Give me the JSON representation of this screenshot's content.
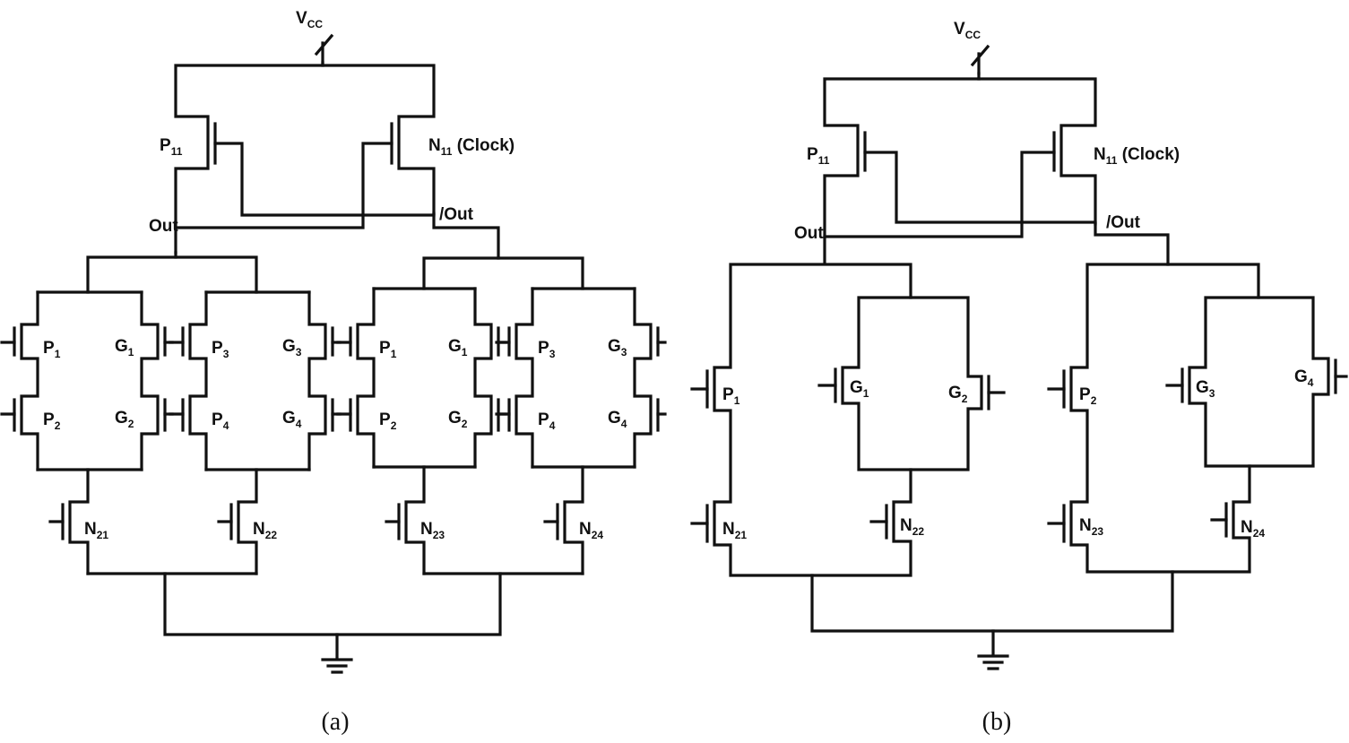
{
  "figure": {
    "captions": [
      "(a)",
      "(b)"
    ],
    "panels": [
      {
        "id": "a",
        "labels": {
          "vcc": {
            "main": "V",
            "sub": "CC"
          },
          "p11": {
            "main": "P",
            "sub": "11"
          },
          "n11": {
            "main": "N",
            "sub": "11",
            "suffix": " (Clock)"
          },
          "out": "Out",
          "nout": "/Out",
          "pmos_left": [
            {
              "main": "P",
              "sub": "1"
            },
            {
              "main": "P",
              "sub": "2"
            },
            {
              "main": "P",
              "sub": "3"
            },
            {
              "main": "P",
              "sub": "4"
            },
            {
              "main": "P",
              "sub": "1"
            },
            {
              "main": "P",
              "sub": "2"
            },
            {
              "main": "P",
              "sub": "3"
            },
            {
              "main": "P",
              "sub": "4"
            }
          ],
          "gates_right": [
            {
              "main": "G",
              "sub": "1"
            },
            {
              "main": "G",
              "sub": "2"
            },
            {
              "main": "G",
              "sub": "3"
            },
            {
              "main": "G",
              "sub": "4"
            },
            {
              "main": "G",
              "sub": "1"
            },
            {
              "main": "G",
              "sub": "2"
            },
            {
              "main": "G",
              "sub": "3"
            },
            {
              "main": "G",
              "sub": "4"
            }
          ],
          "nmos": [
            {
              "main": "N",
              "sub": "21"
            },
            {
              "main": "N",
              "sub": "22"
            },
            {
              "main": "N",
              "sub": "23"
            },
            {
              "main": "N",
              "sub": "24"
            }
          ]
        }
      },
      {
        "id": "b",
        "labels": {
          "vcc": {
            "main": "V",
            "sub": "CC"
          },
          "p11": {
            "main": "P",
            "sub": "11"
          },
          "n11": {
            "main": "N",
            "sub": "11",
            "suffix": " (Clock)"
          },
          "out": "Out",
          "nout": "/Out",
          "pmos_left": [
            {
              "main": "P",
              "sub": "1"
            },
            {
              "main": "P",
              "sub": "2"
            }
          ],
          "gates_inner": [
            {
              "main": "G",
              "sub": "1"
            },
            {
              "main": "G",
              "sub": "2"
            },
            {
              "main": "G",
              "sub": "3"
            },
            {
              "main": "G",
              "sub": "4"
            }
          ],
          "nmos": [
            {
              "main": "N",
              "sub": "21"
            },
            {
              "main": "N",
              "sub": "22"
            },
            {
              "main": "N",
              "sub": "23"
            },
            {
              "main": "N",
              "sub": "24"
            }
          ]
        }
      }
    ]
  }
}
